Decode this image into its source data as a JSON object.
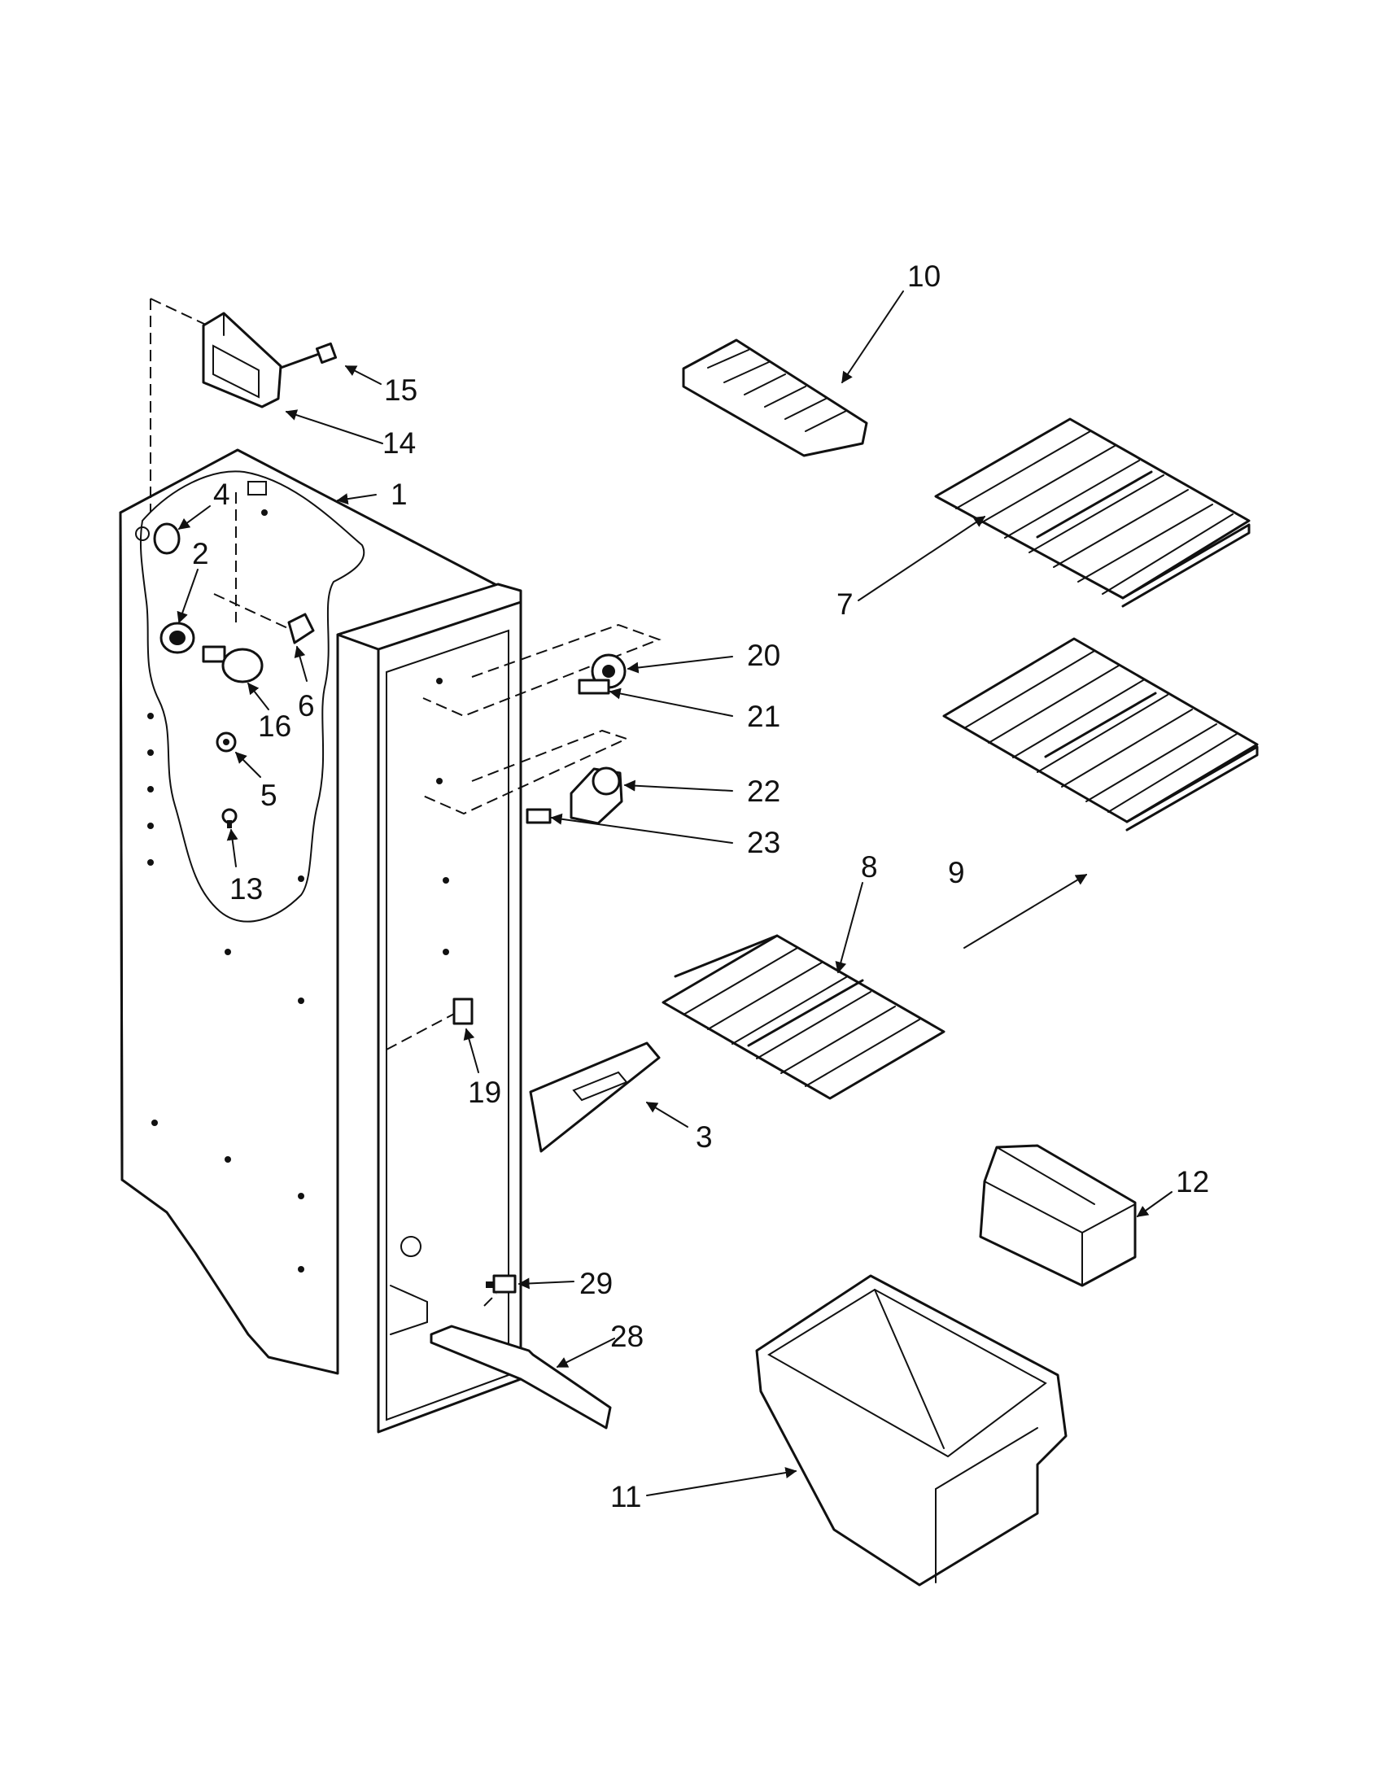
{
  "diagram": {
    "labels": {
      "p1": "1",
      "p2": "2",
      "p3": "3",
      "p4": "4",
      "p5": "5",
      "p6": "6",
      "p7": "7",
      "p8": "8",
      "p9": "9",
      "p10": "10",
      "p11": "11",
      "p12": "12",
      "p13": "13",
      "p14": "14",
      "p15": "15",
      "p16": "16",
      "p19": "19",
      "p20": "20",
      "p21": "21",
      "p22": "22",
      "p23": "23",
      "p28": "28",
      "p29": "29"
    }
  }
}
